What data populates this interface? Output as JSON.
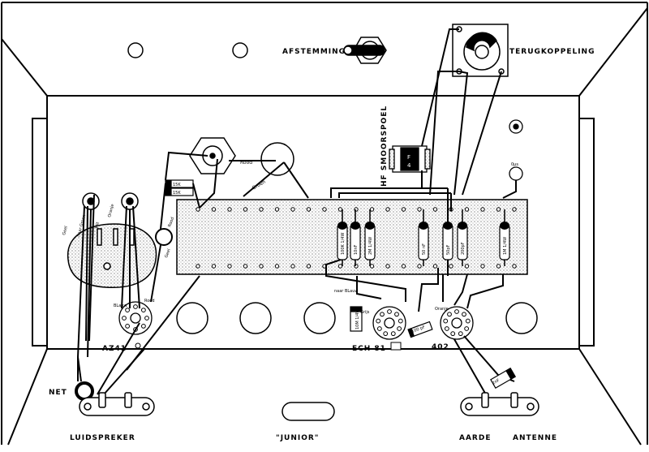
{
  "labels": {
    "afstemming": "AFSTEMMING",
    "terugkoppeling": "TERUGKOPPELING",
    "hf_smoorspoel": "HF SMOORSPOEL",
    "az41": "AZ41",
    "ech81": "ECH 81",
    "tube402": "402",
    "net": "NET",
    "luidspreker": "LUIDSPREKER",
    "junior": "\"JUNIOR\"",
    "aarde": "AARDE",
    "antenne": "ANTENNE"
  },
  "wire_labels": {
    "rood_top": "Rood",
    "groen_top": "Groen",
    "rood_mid": "Rood",
    "geel_mid": "Geel",
    "geel_left": "Geel",
    "naar_groen": "naar Groen",
    "wit": "Wit",
    "oranje": "Oranje",
    "rood_az": "Rood",
    "blauw": "BLauw",
    "naar_blauw": "naar BLauw",
    "grijs": "Grijs",
    "oranje_tr": "Oranje"
  },
  "components": {
    "r15k_a": "15K",
    "r15k_b": "15K",
    "r100k": "100K 1/4W",
    "c10nf": "10nF",
    "r2m": "2M 1/4W",
    "c50nf": "50 nF",
    "c50pf_a": "50pF",
    "c200pf": "200pF",
    "r1m": "1M 1/4W",
    "c50pf_b": "50pF",
    "r10m": "10M 1/4W",
    "c2nf": "2nF",
    "c100pf": "100 pF",
    "choke_1": "F",
    "choke_2": "4"
  },
  "colors": {
    "ink": "#000000",
    "paper": "#ffffff",
    "stipple": "#c8c8c8"
  }
}
